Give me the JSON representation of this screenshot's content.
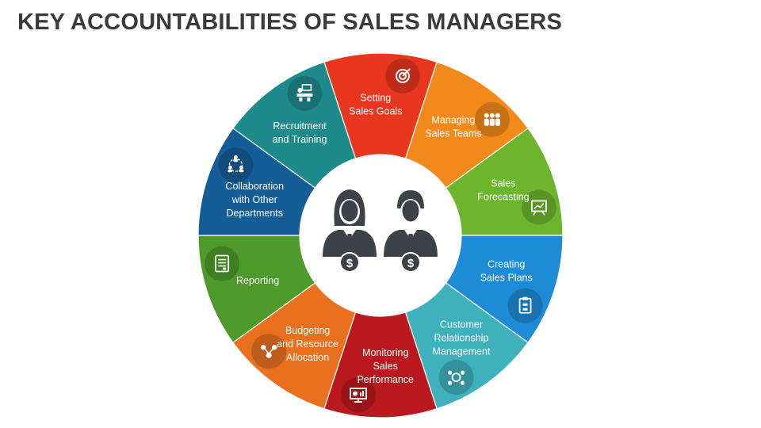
{
  "title": "KEY ACCOUNTABILITIES OF SALES MANAGERS",
  "segments": [
    {
      "lines": [
        "Setting",
        "Sales Goals"
      ],
      "color": "#e8361f",
      "icon": "target-icon"
    },
    {
      "lines": [
        "Managing",
        "Sales Teams"
      ],
      "color": "#f28a1b",
      "icon": "team-icon"
    },
    {
      "lines": [
        "Sales",
        "Forecasting"
      ],
      "color": "#6cb52d",
      "icon": "chart-board-icon"
    },
    {
      "lines": [
        "Creating",
        "Sales Plans"
      ],
      "color": "#1d8bd6",
      "icon": "clipboard-plan-icon"
    },
    {
      "lines": [
        "Customer",
        "Relationship",
        "Management"
      ],
      "color": "#3fb1bd",
      "icon": "crm-icon"
    },
    {
      "lines": [
        "Monitoring",
        "Sales",
        "Performance"
      ],
      "color": "#b9181e",
      "icon": "monitor-chart-icon"
    },
    {
      "lines": [
        "Budgeting",
        "and Resource",
        "Allocation"
      ],
      "color": "#e8701e",
      "icon": "money-flow-icon"
    },
    {
      "lines": [
        "Reporting"
      ],
      "color": "#4e9a2a",
      "icon": "report-icon"
    },
    {
      "lines": [
        "Collaboration",
        "with Other",
        "Departments"
      ],
      "color": "#155d97",
      "icon": "collaboration-icon"
    },
    {
      "lines": [
        "Recruitment",
        "and Training"
      ],
      "color": "#1f8a8c",
      "icon": "presentation-icon"
    }
  ],
  "center": {
    "icons": [
      "businesswoman-icon",
      "businessman-icon"
    ],
    "symbol": "$"
  }
}
